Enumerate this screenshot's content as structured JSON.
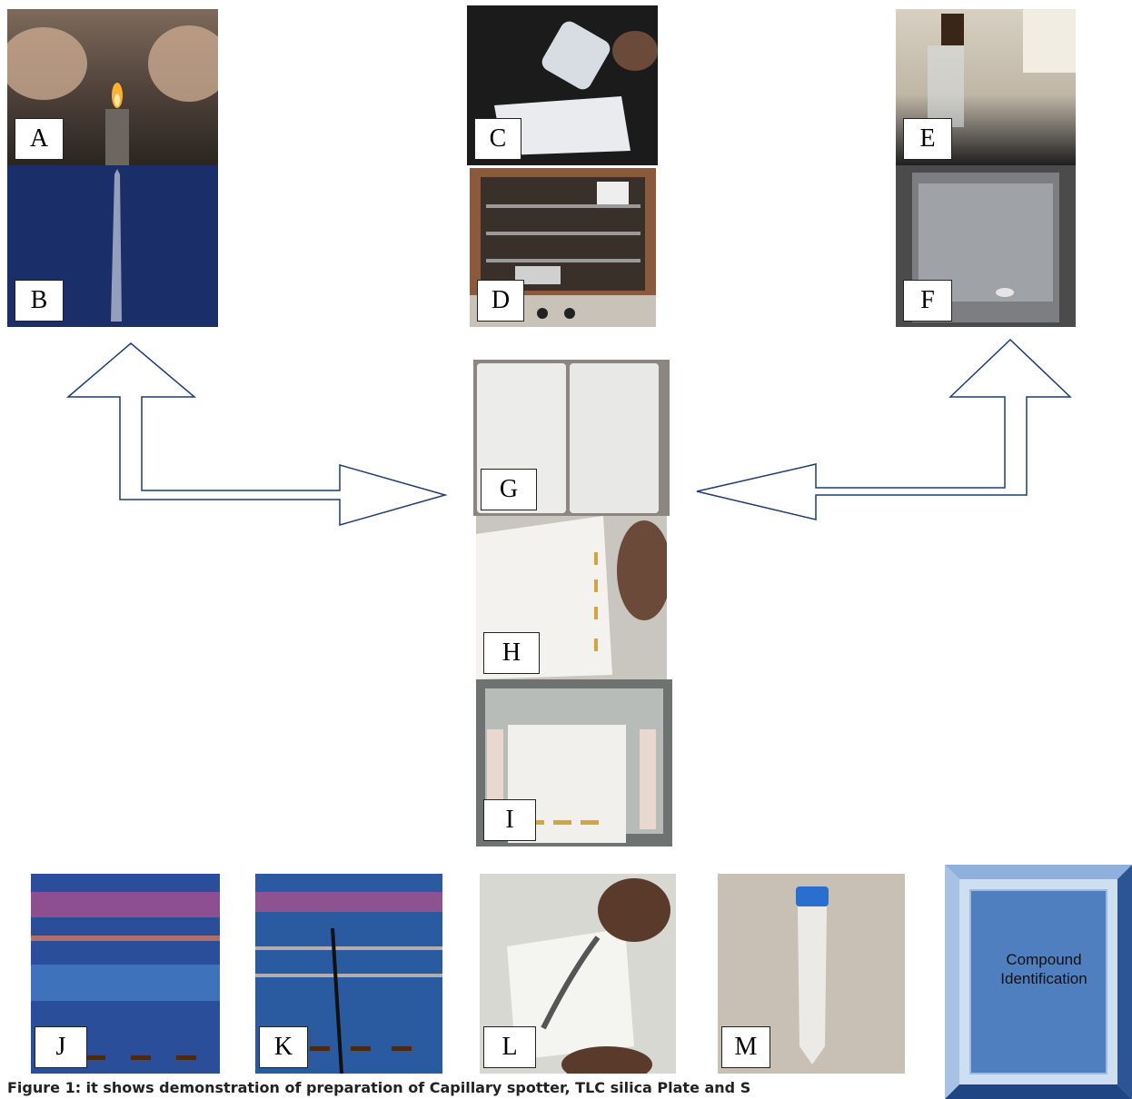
{
  "panels": [
    {
      "id": "A",
      "label": "A"
    },
    {
      "id": "B",
      "label": "B"
    },
    {
      "id": "C",
      "label": "C"
    },
    {
      "id": "D",
      "label": "D"
    },
    {
      "id": "E",
      "label": "E"
    },
    {
      "id": "F",
      "label": "F"
    },
    {
      "id": "G",
      "label": "G"
    },
    {
      "id": "H",
      "label": "H"
    },
    {
      "id": "I",
      "label": "I"
    },
    {
      "id": "J",
      "label": "J"
    },
    {
      "id": "K",
      "label": "K"
    },
    {
      "id": "L",
      "label": "L"
    },
    {
      "id": "M",
      "label": "M"
    }
  ],
  "final_box": {
    "text": "Compound Identification"
  },
  "caption": "Figure 1: it shows demonstration of  preparation of Capillary spotter, TLC silica Plate and S",
  "colors": {
    "arrow_stroke": "#1f3b6e",
    "box_fill": "#4f7fbf",
    "box_border": "#9dbbe0"
  }
}
